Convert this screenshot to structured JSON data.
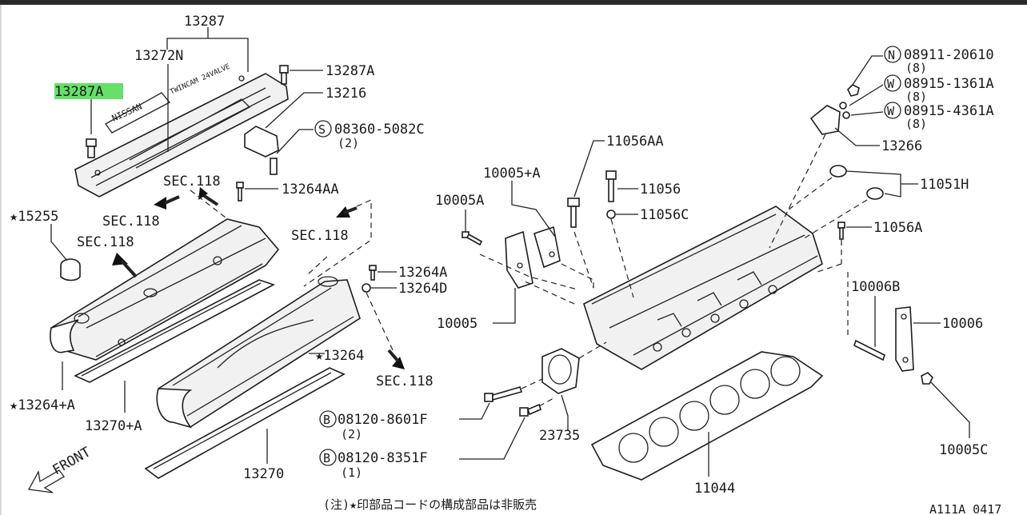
{
  "diagram": {
    "labels": {
      "p13287": "13287",
      "p13272N": "13272N",
      "p13287A_top": "13287A",
      "p13287A_left": "13287A",
      "p13216": "13216",
      "s08360": "08360-5082C",
      "s08360_qty": "(2)",
      "s08360_mark": "S",
      "sec118_a": "SEC.118",
      "sec118_b": "SEC.118",
      "sec118_c": "SEC.118",
      "sec118_d": "SEC.118",
      "sec118_e": "SEC.118",
      "p13264AA": "13264AA",
      "p15255": "★15255",
      "p13264A": "13264A",
      "p13264D": "13264D",
      "p13264": "★13264",
      "p13264plusA": "★13264+A",
      "p13270plusA": "13270+A",
      "p13270": "13270",
      "front": "FRONT",
      "p10005plusA": "10005+A",
      "p10005A": "10005A",
      "p10005": "10005",
      "p11056AA": "11056AA",
      "p11056": "11056",
      "p11056C": "11056C",
      "p11056A": "11056A",
      "p11051H": "11051H",
      "p13266": "13266",
      "n08911": "08911-20610",
      "n08911_qty": "(8)",
      "n08911_mark": "N",
      "w08915_1361A": "08915-1361A",
      "w08915_1361A_qty": "(8)",
      "w08915_1361A_mark": "W",
      "w08915_4361A": "08915-4361A",
      "w08915_4361A_qty": "(8)",
      "w08915_4361A_mark": "W",
      "p10006B": "10006B",
      "p10006": "10006",
      "p10005C": "10005C",
      "b08120_8601F": "08120-8601F",
      "b08120_8601F_qty": "(2)",
      "b08120_8601F_mark": "B",
      "b08120_8351F": "08120-8351F",
      "b08120_8351F_qty": "(1)",
      "b08120_8351F_mark": "B",
      "p23735": "23735",
      "p11044": "11044",
      "note": "(注)★印部品コードの構成部品は非販売",
      "code": "A111A 0417"
    },
    "cover_text": {
      "brand": "NISSAN",
      "engine": "TWINCAM 24VALVE"
    },
    "highlight_color": "#66e06a"
  }
}
